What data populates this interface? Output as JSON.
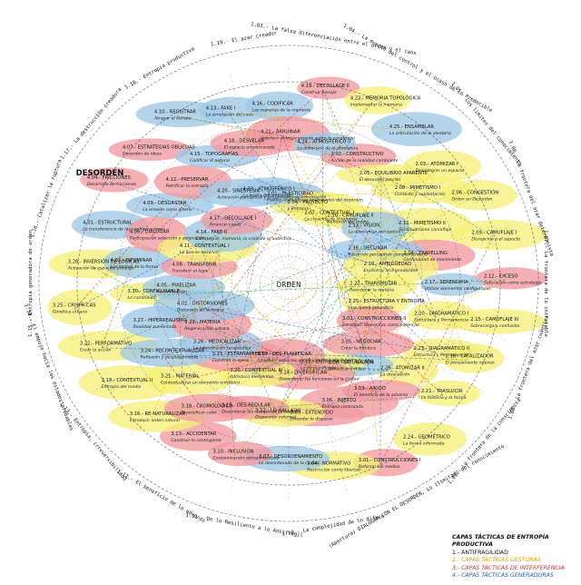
{
  "center_label": "ORDEN",
  "disorder_label": "DESORDEN",
  "legend": {
    "title": "CAPAS TÁCTICAS DE ENTROPÍA PRODUCTIVA",
    "items": [
      {
        "label": "1.- ANTIFRAGILIDAD",
        "color": "#111111"
      },
      {
        "label": "2.- CAPAS TÁCTICAS GESTORAS",
        "color": "#d8a000"
      },
      {
        "label": "3.- CAPAS TÁCTICAS DE INTERFERENCIA",
        "color": "#d43030"
      },
      {
        "label": "4.- CAPAS TÁCTICAS GENERADORAS",
        "color": "#2a5db0"
      }
    ]
  },
  "colors": {
    "yellow_blob": "#f6ef7a",
    "red_blob": "#f19aa0",
    "blue_blob": "#9fc8e6",
    "ring": "#555555",
    "yellow_line": "#d9b800",
    "red_line": "#d83a3a",
    "blue_line": "#3a6fc4",
    "green_line": "#3aa04a"
  },
  "outer_phrases": [
    "1.03.- La falsa diferenciación entre el orden y el caos",
    "1.04.- La muerte del control y el ocaso de lo Predecible",
    "1.05.- Los límites del conocimiento",
    "1.06.- La frontera del azar determinista",
    "1.07.- La frontera de lo intratable",
    "1.08.- La frontera del azar cuántico",
    "1.09.- La frontera de la consciencia",
    "(Apertura) DIALOGAR CON EL DESORDEN, Lo ilimitado del conocimiento",
    "1.10.- La complejidad de lo difuso",
    "1.11.- De lo Resiliente a lo Antifrágil",
    "1.12.- El beneficio de lo adverso",
    "1.13.- Entropía, irreversibilidad",
    "1.14.- El empuje hacia los estados probables",
    "1.15.- Entropía generadora de orden",
    "1.16.- Catalizar la ruptura",
    "1.17.- La destrucción creadora",
    "1.18.- Entropía productiva",
    "1.19.- El azar creador"
  ],
  "nodes": [
    {
      "code": "2.01.-",
      "title": "PLASTICIDAD",
      "text": "Fluidez, estructuras emergentes del desorden",
      "type": "blue"
    },
    {
      "code": "2.02.-",
      "title": "CONSTRUCTIVO",
      "text": "Acción de la realidad cambiante",
      "type": "red"
    },
    {
      "code": "2.03.-",
      "title": "ATOMIZAR I",
      "text": "Desintegrar un espacio",
      "type": "yellow"
    },
    {
      "code": "2.04.-",
      "title": "PROYECTO",
      "text": "y Entropía",
      "type": "yellow"
    },
    {
      "code": "2.05.-",
      "title": "EQUILIBRIO APARENTE",
      "text": "El desorden preciso",
      "type": "yellow"
    },
    {
      "code": "2.06.-",
      "title": "CONGESTIÓN",
      "text": "Orden en Desorden",
      "type": "yellow"
    },
    {
      "code": "2.07.-",
      "title": "CONTEXTUAL I",
      "text": "La creación de lo informe",
      "type": "yellow"
    },
    {
      "code": "2.08.-",
      "title": "MIMETISMO I",
      "text": "Contexto y suplantación",
      "type": "yellow"
    },
    {
      "code": "2.09.-",
      "title": "CAMUFLAJE I",
      "text": "Disrupción o el aspecto",
      "type": "yellow"
    },
    {
      "code": "2.10.-",
      "title": "CAMUFLAJE II",
      "text": "Reflexión del medio",
      "type": "yellow"
    },
    {
      "code": "2.11.-",
      "title": "MIMETISMO II",
      "text": "Similitud como camuflaje",
      "type": "yellow"
    },
    {
      "code": "2.12.-",
      "title": "EXCESO",
      "text": "Saturación como estrategia",
      "type": "red"
    },
    {
      "code": "2.13.-",
      "title": "VISIÓN",
      "text": "La disonancia perceptiva",
      "type": "blue"
    },
    {
      "code": "2.14.-",
      "title": "TRAVELLING",
      "text": "Continuidad de movimiento",
      "type": "red"
    },
    {
      "code": "2.15.-",
      "title": "CAMUFLAJE III",
      "text": "Sobrecarga y confusión",
      "type": "yellow"
    },
    {
      "code": "2.16.-",
      "title": "DECLINAR",
      "text": "Recorrido perceptivo complementario",
      "type": "blue"
    },
    {
      "code": "2.17.-",
      "title": "SERENDIPIA",
      "text": "Utilizar elementos configurados",
      "type": "blue"
    },
    {
      "code": "2.18.-",
      "title": "CATALIZADOR",
      "text": "El pensamiento intenso",
      "type": "yellow"
    },
    {
      "code": "2.19.-",
      "title": "AMBIGÜEDAD",
      "text": "Encontrar lo impredecible",
      "type": "yellow"
    },
    {
      "code": "2.20.-",
      "title": "DIAGRAMÁTICO I",
      "text": "Estructura y Permanencia",
      "type": "yellow"
    },
    {
      "code": "2.21.-",
      "title": "TRASLUCIR",
      "text": "La materia y la forma",
      "type": "yellow"
    },
    {
      "code": "2.22.-",
      "title": "TRANSMUTAR",
      "text": "Reordenar la materia",
      "type": "yellow"
    },
    {
      "code": "2.23.-",
      "title": "DIAGRAMÁTICO II",
      "text": "Estructura y Permanencia",
      "type": "yellow"
    },
    {
      "code": "2.24.-",
      "title": "GEOMÉTRICO",
      "text": "La forma informada",
      "type": "yellow"
    },
    {
      "code": "2.25.-",
      "title": "ESTRUCTURA Y ENTROPÍA",
      "text": "Una nueva geometría",
      "type": "yellow"
    },
    {
      "code": "2.26.-",
      "title": "ATOMIZAR II",
      "text": "La disociación",
      "type": "yellow"
    },
    {
      "code": "3.01.-",
      "title": "CONSTRUCCIONES I",
      "text": "Reforzar los medios",
      "type": "red"
    },
    {
      "code": "3.02.-",
      "title": "CONSTRUCCIONES II",
      "text": "Introducir elementos como potencial",
      "type": "red"
    },
    {
      "code": "3.03.-",
      "title": "AIKIDO",
      "text": "El beneficio de lo adverso",
      "type": "red"
    },
    {
      "code": "3.04.-",
      "title": "NORMATIVO",
      "text": "Restricción como libertad",
      "type": "yellow"
    },
    {
      "code": "3.05.-",
      "title": "NEGOCIAR",
      "text": "Crear la frontera",
      "type": "red"
    },
    {
      "code": "3.06.-",
      "title": "INJERTO",
      "text": "Entropía controlada",
      "type": "red"
    },
    {
      "code": "3.07.-",
      "title": "DESORDENAMIENTO",
      "text": "Lo desordenado de la ciudad",
      "type": "blue"
    },
    {
      "code": "3.08.-",
      "title": "SATURACIÓN",
      "text": "Densificar límites",
      "type": "blue"
    },
    {
      "code": "3.09.-",
      "title": "EXTENDIDO",
      "text": "Extender lo disperso",
      "type": "red"
    },
    {
      "code": "3.10.-",
      "title": "INCLUSIÓN",
      "text": "Contaminación retroalimentada",
      "type": "red"
    },
    {
      "code": "3.11.-",
      "title": "ENTROPÍA CONTROLADA",
      "text": "Lo no planificado",
      "type": "yellow"
    },
    {
      "code": "3.12.-",
      "title": "LO HALLADO",
      "text": "Dispersión informal",
      "type": "yellow"
    },
    {
      "code": "3.13.-",
      "title": "ACCIDENTAR",
      "text": "Construir lo contingente",
      "type": "red"
    },
    {
      "code": "3.14.-",
      "title": "DIVERSIFICAR",
      "text": "Desordenar las funciones en la ciudad",
      "type": "red"
    },
    {
      "code": "3.15.-",
      "title": "DES-REGULAR",
      "text": "Desordenar los códigos de la ciudad",
      "type": "red"
    },
    {
      "code": "3.16.-",
      "title": "RE-NATURALIZAR",
      "text": "Introducir orden natural",
      "type": "yellow"
    },
    {
      "code": "3.17.-",
      "title": "DES-PLANIFICAR",
      "text": "Introducir espacios entrópicos en la ciudad",
      "type": "red"
    },
    {
      "code": "3.18.-",
      "title": "CROMOLÓGICO",
      "text": "Diversificar color",
      "type": "red"
    },
    {
      "code": "3.19.-",
      "title": "CONTEXTUAL II",
      "text": "Entropía del medio",
      "type": "yellow"
    },
    {
      "code": "3.20.-",
      "title": "CONTEXTUAL III",
      "text": "Introducir elementos",
      "type": "yellow"
    },
    {
      "code": "3.21.-",
      "title": "MATERIAL",
      "text": "Contextualizar un elemento entrópico",
      "type": "yellow"
    },
    {
      "code": "3.22.-",
      "title": "PERFORMATIVO",
      "text": "Crear la acción",
      "type": "yellow"
    },
    {
      "code": "3.23.-",
      "title": "ESTRAÑAMIENTO",
      "text": "Construir lo ajeno",
      "type": "red"
    },
    {
      "code": "3.24.-",
      "title": "RECONTEXTUALIZAR",
      "text": "Reflexión y desplazamiento",
      "type": "blue"
    },
    {
      "code": "3.25.-",
      "title": "CRISPR-CAS",
      "text": "Genética urbana",
      "type": "yellow"
    },
    {
      "code": "3.26.-",
      "title": "MEDICALIZAR",
      "text": "La intervención terapéutica",
      "type": "blue"
    },
    {
      "code": "3.27.-",
      "title": "HIPERREALISMO",
      "text": "Realidad aumentada",
      "type": "blue"
    },
    {
      "code": "3.28.-",
      "title": "INVERSIÓN DE LÓGICAS",
      "text": "Activación de espacios urbanos",
      "type": "yellow"
    },
    {
      "code": "3.29.-",
      "title": "MATERIA",
      "text": "Regeneración urbana",
      "type": "red"
    },
    {
      "code": "3.30.-",
      "title": "CONFIGURABLE",
      "text": "Lo cambiante",
      "type": "yellow"
    },
    {
      "code": "4.01.-",
      "title": "ESTRUCTURAL",
      "text": "La transferencia de las configuraciones",
      "type": "blue"
    },
    {
      "code": "4.02.-",
      "title": "DISTORSIONES",
      "text": "Distorsión de la forma",
      "type": "blue"
    },
    {
      "code": "4.03.-",
      "title": "DIFUMINAR",
      "text": "Los límites de la forma",
      "type": "blue"
    },
    {
      "code": "4.04.-",
      "title": "FRICCIONES",
      "text": "Desarrollo de fricciones",
      "type": "red"
    },
    {
      "code": "4.05.-",
      "title": "PIXELIZAR",
      "text": "Recodificación",
      "type": "blue"
    },
    {
      "code": "4.06.-",
      "title": "DIALOGAR",
      "text": "Participación selección y asignación",
      "type": "red"
    },
    {
      "code": "4.07.-",
      "title": "ESTRATEGIAS OBLICUAS",
      "text": "Desorden de ideas",
      "type": "red"
    },
    {
      "code": "4.08.-",
      "title": "TRANSFERIR",
      "text": "Transferir el lugar",
      "type": "red"
    },
    {
      "code": "4.09.-",
      "title": "DESGASTAR",
      "text": "La erosión como diseño",
      "type": "blue"
    },
    {
      "code": "4.10.-",
      "title": "REGISTRAR",
      "text": "Atrapar el tiempo",
      "type": "blue"
    },
    {
      "code": "4.11.-",
      "title": "CONTEXTUAL I",
      "text": "Lo que se observa",
      "type": "yellow"
    },
    {
      "code": "4.12.-",
      "title": "PRESERVAR",
      "text": "Petrificar la entropía",
      "type": "red"
    },
    {
      "code": "4.13.-",
      "title": "FAKE I",
      "text": "La simulación del caos",
      "type": "blue"
    },
    {
      "code": "4.14.-",
      "title": "FAKE II",
      "text": "Estrategias, memoria, la crisis de lo auténtico",
      "type": "blue"
    },
    {
      "code": "4.15.-",
      "title": "TOPOGRAFÍAS",
      "text": "Codificar lo natural",
      "type": "blue"
    },
    {
      "code": "4.16.-",
      "title": "CODIFICAR",
      "text": "Las maneras de la memoria",
      "type": "blue"
    },
    {
      "code": "4.17.-",
      "title": "DECOLLAGE I",
      "text": "Arrancar capas",
      "type": "red"
    },
    {
      "code": "4.18.-",
      "title": "DESVELAR",
      "text": "El espacio enmascarado",
      "type": "red"
    },
    {
      "code": "4.19.-",
      "title": "DECOLLAGE II",
      "text": "Construir paisaje",
      "type": "red"
    },
    {
      "code": "4.20.-",
      "title": "SINESTESIA",
      "text": "Activación perceptual y cruzamiento de información",
      "type": "blue"
    },
    {
      "code": "4.21.-",
      "title": "ARRUINAR",
      "text": "Interferir entrópicamente sobre lo construido",
      "type": "red"
    },
    {
      "code": "4.22.-",
      "title": "MEMORIA TOPOLÓGICA",
      "text": "Implementar la memoria",
      "type": "yellow"
    },
    {
      "code": "4.23.-",
      "title": "ATMOSFÉRICO I",
      "text": "La huella del ambiente",
      "type": "blue"
    },
    {
      "code": "4.24.-",
      "title": "ATMOSFÉRICO II",
      "text": "La distorsión de la atmósfera",
      "type": "blue"
    },
    {
      "code": "4.25.-",
      "title": "ENSAMBLAR",
      "text": "La articulación de lo aleatorio",
      "type": "blue"
    }
  ]
}
